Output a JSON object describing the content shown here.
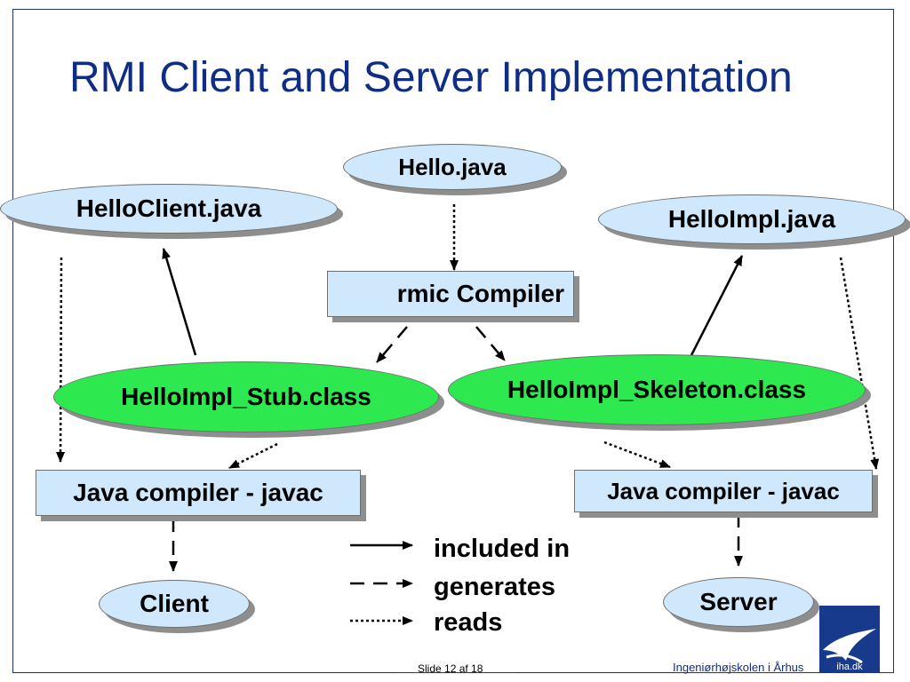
{
  "slide": {
    "title": "RMI Client and Server Implementation"
  },
  "nodes": {
    "hello_java": "Hello.java",
    "hello_client_java": "HelloClient.java",
    "hello_impl_java": "HelloImpl.java",
    "rmic_compiler": "rmic Compiler",
    "stub_class": "HelloImpl_Stub.class",
    "skeleton_class": "HelloImpl_Skeleton.class",
    "javac_left": "Java compiler - javac",
    "javac_right": "Java compiler - javac",
    "client": "Client",
    "server": "Server"
  },
  "legend": {
    "included_in": "included in",
    "generates": "generates",
    "reads": "reads"
  },
  "footer": {
    "slide_number": "Slide 12 af  18",
    "school": "Ingeniørhøjskolen i Århus",
    "logo_text": "iha.dk"
  },
  "colors": {
    "title": "#102d86",
    "node_blue": "#cfe8fb",
    "node_green": "#2ee84f",
    "shadow": "#8e8e8e"
  }
}
